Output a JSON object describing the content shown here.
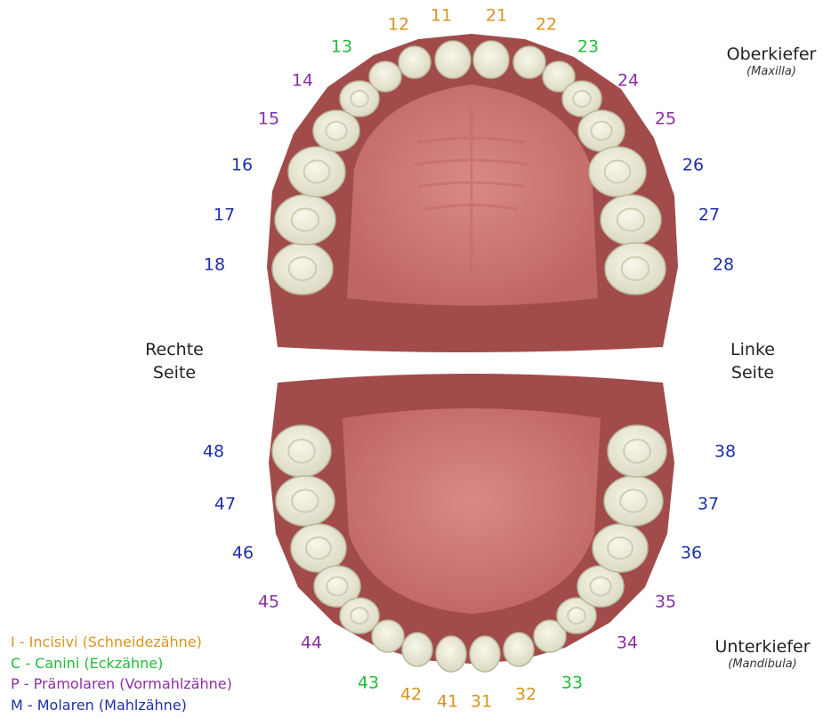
{
  "colors": {
    "incisor": "#d9941e",
    "canine": "#22bb3a",
    "premolar": "#8a2fa3",
    "molar": "#1e2fa8",
    "gum": "#a24b4b",
    "palate": "#cf7a76",
    "tooth": "#ecebd8"
  },
  "labels": {
    "upper_jaw": {
      "title": "Oberkiefer",
      "subtitle": "(Maxilla)"
    },
    "lower_jaw": {
      "title": "Unterkiefer",
      "subtitle": "(Mandibula)"
    },
    "right_side": {
      "line1": "Rechte",
      "line2": "Seite"
    },
    "left_side": {
      "line1": "Linke",
      "line2": "Seite"
    }
  },
  "legend": [
    {
      "text": "I - Incisivi (Schneidezähne)",
      "type": "incisor"
    },
    {
      "text": "C - Canini (Eckzähne)",
      "type": "canine"
    },
    {
      "text": "P - Prämolaren (Vormahlzähne)",
      "type": "premolar"
    },
    {
      "text": "M - Molaren (Mahlzähne)",
      "type": "molar"
    }
  ],
  "teeth_upper": [
    {
      "num": "18",
      "type": "molar"
    },
    {
      "num": "17",
      "type": "molar"
    },
    {
      "num": "16",
      "type": "molar"
    },
    {
      "num": "15",
      "type": "premolar"
    },
    {
      "num": "14",
      "type": "premolar"
    },
    {
      "num": "13",
      "type": "canine"
    },
    {
      "num": "12",
      "type": "incisor"
    },
    {
      "num": "11",
      "type": "incisor"
    },
    {
      "num": "21",
      "type": "incisor"
    },
    {
      "num": "22",
      "type": "incisor"
    },
    {
      "num": "23",
      "type": "canine"
    },
    {
      "num": "24",
      "type": "premolar"
    },
    {
      "num": "25",
      "type": "premolar"
    },
    {
      "num": "26",
      "type": "molar"
    },
    {
      "num": "27",
      "type": "molar"
    },
    {
      "num": "28",
      "type": "molar"
    }
  ],
  "teeth_lower": [
    {
      "num": "48",
      "type": "molar"
    },
    {
      "num": "47",
      "type": "molar"
    },
    {
      "num": "46",
      "type": "molar"
    },
    {
      "num": "45",
      "type": "premolar"
    },
    {
      "num": "44",
      "type": "premolar"
    },
    {
      "num": "43",
      "type": "canine"
    },
    {
      "num": "42",
      "type": "incisor"
    },
    {
      "num": "41",
      "type": "incisor"
    },
    {
      "num": "31",
      "type": "incisor"
    },
    {
      "num": "32",
      "type": "incisor"
    },
    {
      "num": "33",
      "type": "canine"
    },
    {
      "num": "34",
      "type": "premolar"
    },
    {
      "num": "35",
      "type": "premolar"
    },
    {
      "num": "36",
      "type": "molar"
    },
    {
      "num": "37",
      "type": "molar"
    },
    {
      "num": "38",
      "type": "molar"
    }
  ]
}
